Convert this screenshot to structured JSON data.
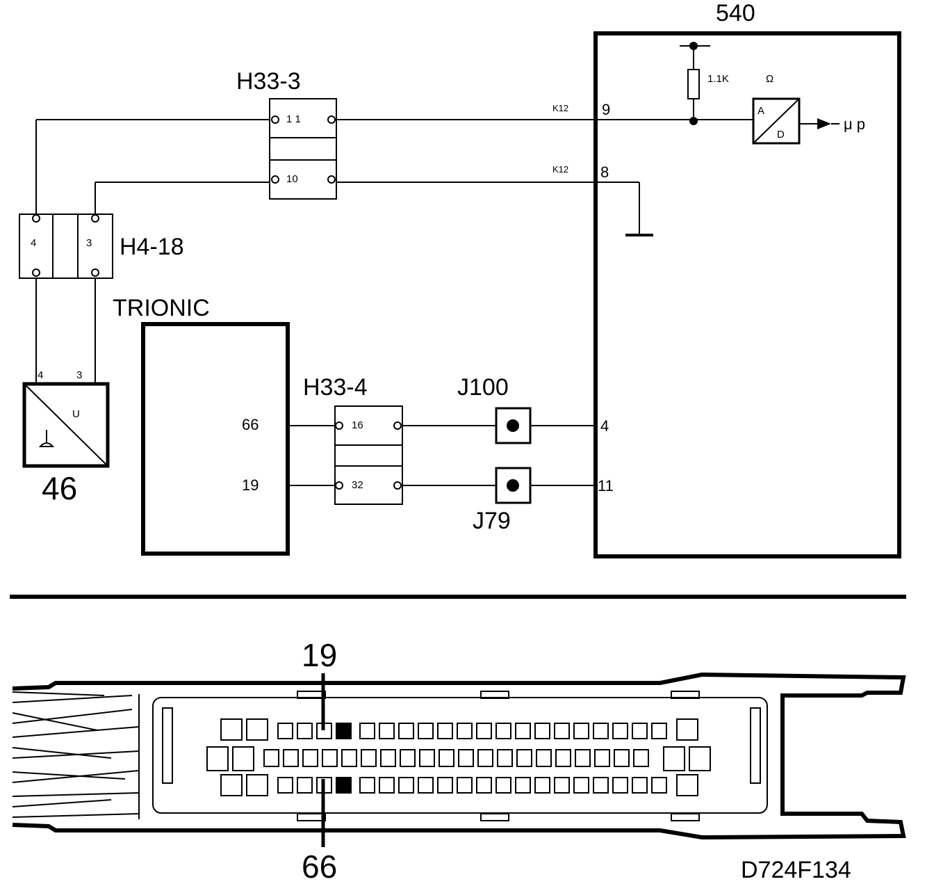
{
  "labels": {
    "module_540": "540",
    "h33_3": "H33-3",
    "h4_18": "H4-18",
    "trionic": "TRIONIC",
    "h33_4": "H33-4",
    "j100": "J100",
    "j79": "J79",
    "sensor_46": "46",
    "figure_code": "D724F134"
  },
  "connector_h33_3": {
    "pin_top": "1 1",
    "pin_bottom": "10"
  },
  "connector_h4_18": {
    "pin_left": "4",
    "pin_right": "3"
  },
  "connector_h33_4": {
    "pin_top": "16",
    "pin_bottom": "32"
  },
  "sensor": {
    "pin_left": "4",
    "pin_right": "3",
    "signal": "U"
  },
  "trionic_pins": {
    "top": "66",
    "bottom": "19"
  },
  "module_540_pins": {
    "p9": "9",
    "p8": "8",
    "p4": "4",
    "p11": "11"
  },
  "wire_codes": {
    "k12_top": "K12",
    "k12_bottom": "K12"
  },
  "module_internals": {
    "resistor": "1.1K",
    "ohm": "Ω",
    "adc_a": "A",
    "adc_d": "D",
    "mu_p": "μ p"
  },
  "ecu_connector": {
    "pin_top": "19",
    "pin_bottom": "66"
  }
}
